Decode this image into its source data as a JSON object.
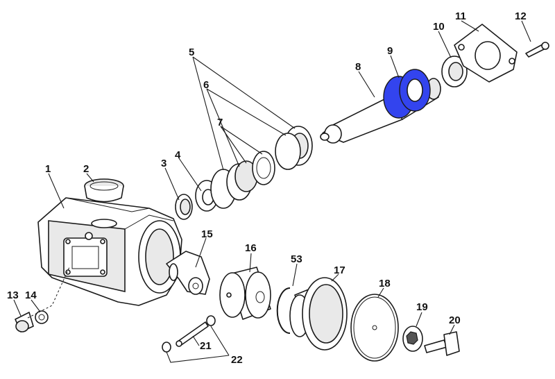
{
  "diagram": {
    "highlight_color": "#3344ee",
    "highlighted_part": "9",
    "labels": [
      "1",
      "2",
      "3",
      "4",
      "5",
      "6",
      "7",
      "8",
      "9",
      "10",
      "11",
      "12",
      "13",
      "14",
      "15",
      "16",
      "17",
      "18",
      "19",
      "20",
      "21",
      "22",
      "53"
    ]
  }
}
